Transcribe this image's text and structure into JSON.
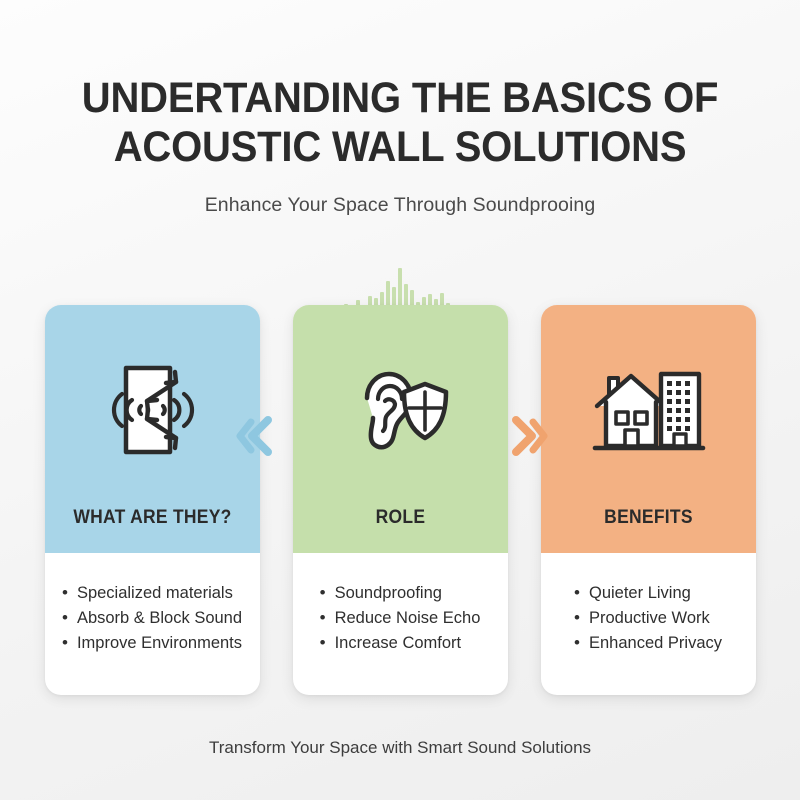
{
  "header": {
    "title_line1": "UNDERTANDING THE BASICS OF",
    "title_line2": "ACOUSTIC WALL SOLUTIONS",
    "subtitle": "Enhance Your Space Through Soundprooing"
  },
  "decoration": {
    "waveform_name": "sound-waveform",
    "waveform_color": "#c8dfae",
    "waveform_bars": [
      6,
      10,
      7,
      14,
      9,
      18,
      16,
      22,
      33,
      27,
      46,
      30,
      24,
      12,
      17,
      20,
      15,
      21,
      11,
      9,
      5
    ]
  },
  "connectors": [
    {
      "name": "chevron-left-connector",
      "glyph": "left",
      "color": "#8ec7e0"
    },
    {
      "name": "chevron-right-connector",
      "glyph": "right",
      "color": "#f0a36e"
    }
  ],
  "cards": [
    {
      "id": "what-are-they",
      "title": "WHAT ARE THEY?",
      "header_color": "#a8d5e8",
      "icon_name": "acoustic-panel-sound-waves-icon",
      "bullets": [
        "Specialized materials",
        "Absorb & Block Sound",
        "Improve Environments"
      ]
    },
    {
      "id": "role",
      "title": "ROLE",
      "header_color": "#c5dfab",
      "icon_name": "ear-shield-icon",
      "bullets": [
        "Soundproofing",
        "Reduce Noise Echo",
        "Increase Comfort"
      ]
    },
    {
      "id": "benefits",
      "title": "BENEFITS",
      "header_color": "#f3b183",
      "icon_name": "house-building-icon",
      "bullets": [
        "Quieter Living",
        "Productive Work",
        "Enhanced Privacy"
      ]
    }
  ],
  "footer": {
    "tagline": "Transform Your Space with Smart Sound Solutions"
  }
}
